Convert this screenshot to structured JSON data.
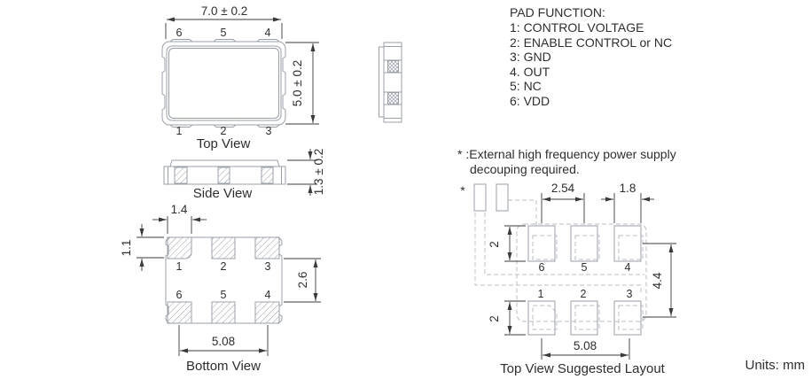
{
  "colors": {
    "outline": "#9aa0a8",
    "dashed": "#b9bdc4",
    "dim": "#3a3a3e",
    "text": "#2e2e32",
    "bg": "#ffffff"
  },
  "units_label": "Units: mm",
  "pad_function": {
    "title": "PAD FUNCTION:",
    "items": [
      "1: CONTROL VOLTAGE",
      "2: ENABLE CONTROL or NC",
      "3: GND",
      "4. OUT",
      "5: NC",
      "6: VDD"
    ]
  },
  "note": {
    "line1": "* :External high frequency power supply",
    "line2": "decouping required."
  },
  "top_view": {
    "label": "Top View",
    "width_dim": "7.0 ± 0.2",
    "height_dim": "5.0 ± 0.2",
    "pins_top": [
      "6",
      "5",
      "4"
    ],
    "pins_bottom": [
      "1",
      "2",
      "3"
    ]
  },
  "side_view": {
    "label": "Side View",
    "height_dim": "1.3 ± 0.2"
  },
  "bottom_view": {
    "label": "Bottom View",
    "pad_width_dim": "1.4",
    "pad_height_dim": "1.1",
    "row_gap_dim": "2.6",
    "pitch_dim": "5.08",
    "pins_row1": [
      "1",
      "2",
      "3"
    ],
    "pins_row2": [
      "6",
      "5",
      "4"
    ]
  },
  "layout_view": {
    "label": "Top View Suggested Layout",
    "star": "*",
    "pitch_dim": "2.54",
    "pad_width_dim": "1.8",
    "pad_height_top_dim": "2",
    "pad_height_bottom_dim": "2",
    "row_span_dim": "4.4",
    "pitch_total_dim": "5.08",
    "pins_top": [
      "6",
      "5",
      "4"
    ],
    "pins_bottom": [
      "1",
      "2",
      "3"
    ]
  }
}
